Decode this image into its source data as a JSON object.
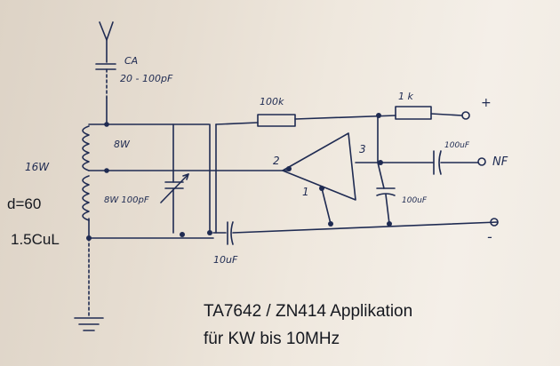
{
  "schematic": {
    "ca_label": "CA",
    "ca_range": "20 - 100pF",
    "r1": "100k",
    "r2": "1 k",
    "plus": "+",
    "pin2": "2",
    "pin3": "3",
    "pin1": "1",
    "cap_out": "100uF",
    "nf": "NF",
    "cap_supply": "100uF",
    "coil_16w": "16W",
    "coil_8w_top": "8W",
    "coil_8w_var": "8W 100pF",
    "cap_bottom": "10uF",
    "minus": "-",
    "coil_diameter": "d=60",
    "wire": "1.5CuL"
  },
  "caption": {
    "line1": "TA7642 / ZN414 Applikation",
    "line2": "für KW bis 10MHz"
  },
  "colors": {
    "ink": "#1f2b52",
    "paper": "#ece4d9"
  }
}
